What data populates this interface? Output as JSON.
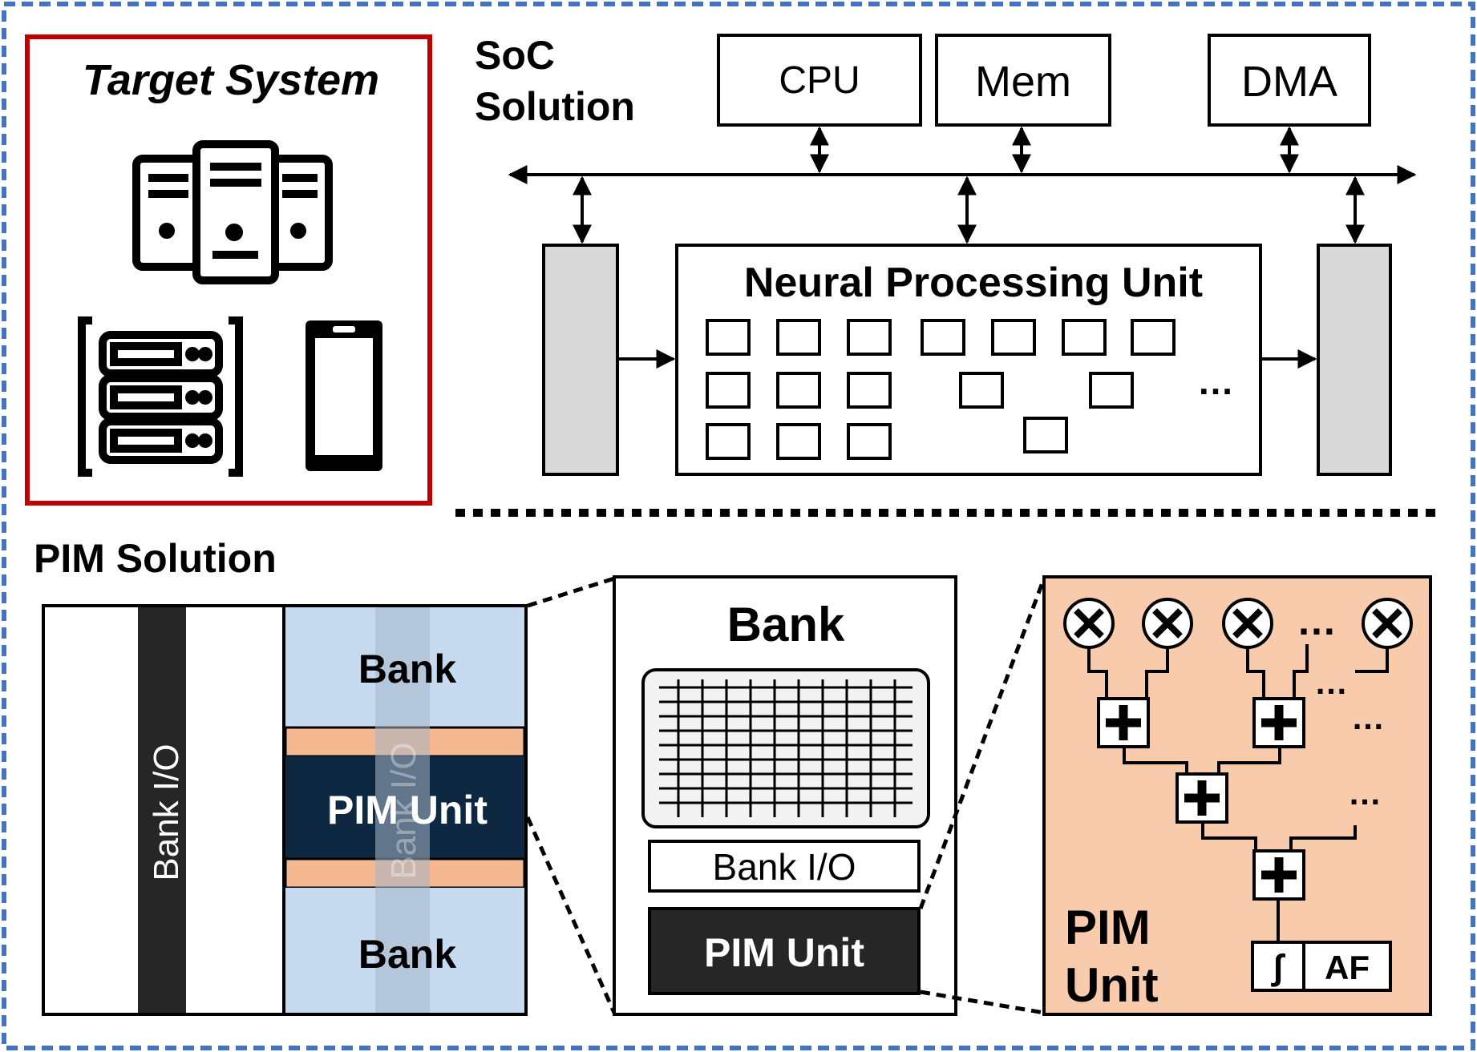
{
  "target_system": {
    "title": "Target System",
    "icons": [
      "server-rack-icon",
      "server-stack-icon",
      "smartphone-icon"
    ]
  },
  "soc": {
    "title_line1": "SoC",
    "title_line2": "Solution",
    "cpu": "CPU",
    "mem": "Mem",
    "dma": "DMA",
    "npu_title": "Neural Processing Unit",
    "npu_ellipsis": "…"
  },
  "pim": {
    "title": "PIM Solution",
    "bank_io_vertical": "Bank  I/O",
    "bank_io_faint": "Bank I/O",
    "bank_top": "Bank",
    "pim_unit_mid": "PIM Unit",
    "bank_bottom": "Bank",
    "detail_bank_title": "Bank",
    "detail_bank_io": "Bank I/O",
    "detail_pim_unit": "PIM Unit",
    "unit_label_line1": "PIM",
    "unit_label_line2": "Unit",
    "integrator": "∫",
    "af": "AF",
    "ellipsis": "…"
  },
  "colors": {
    "frame_dash": "#4472c4",
    "target_border": "#c00000",
    "bank_light_blue": "#c6daf0",
    "orange_strip": "#f4b990",
    "pim_navy": "#0e2841",
    "pim_dark": "#262626",
    "gray_block": "#d9d9d9",
    "pim_unit_bg": "#f8cbad"
  }
}
